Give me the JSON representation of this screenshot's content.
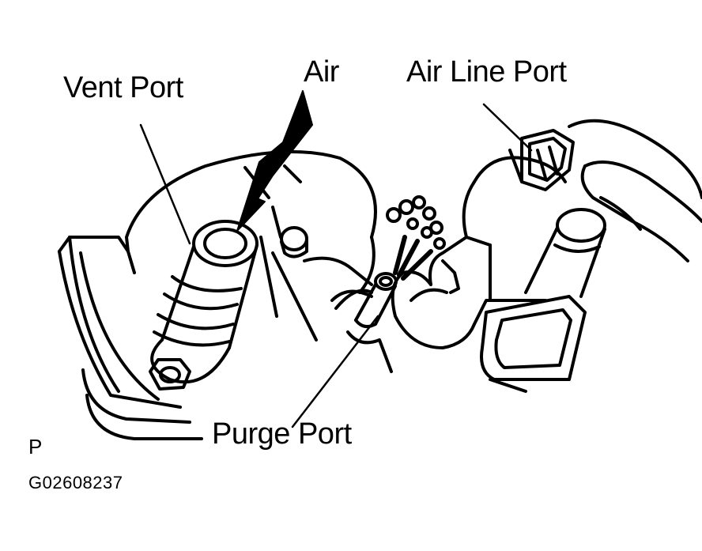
{
  "labels": {
    "vent_port": "Vent Port",
    "air": "Air",
    "air_line_port": "Air Line Port",
    "purge_port": "Purge Port",
    "corner_mark": "P",
    "figure_code": "G02608237"
  },
  "colors": {
    "ink": "#000000",
    "paper": "#ffffff"
  }
}
